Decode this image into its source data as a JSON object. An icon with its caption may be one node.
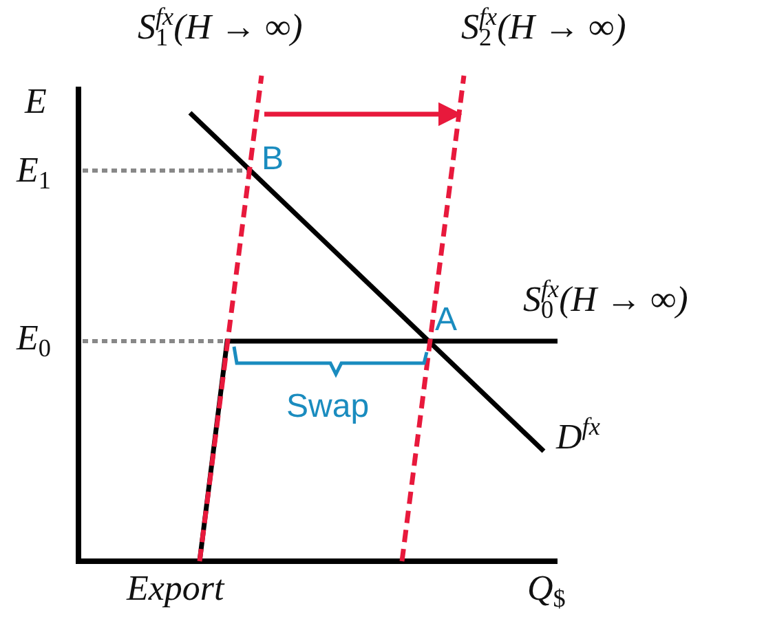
{
  "diagram": {
    "labels": [
      "S$_{1}$$^{fx}$(H → ∞)",
      "S$_{2}$$^{fx}$(H → ∞)",
      "E",
      "E$_{1}$",
      "B",
      "E$_{0}$",
      "A",
      "S$_{0}$$^{fx}$(H → ∞)",
      "Swap",
      "D$^{fx}$",
      "Export",
      "Q$_{$}$"
    ]
  }
}
